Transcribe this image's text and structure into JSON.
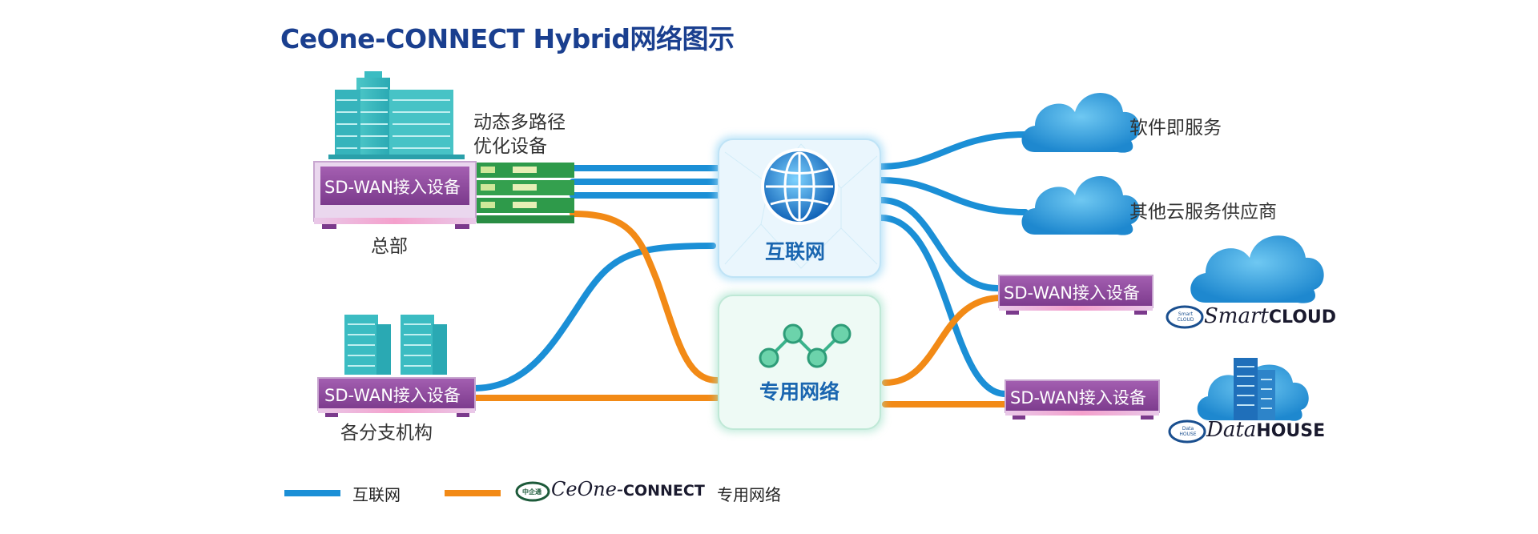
{
  "title": "CeOne-CONNECT Hybrid网络图示",
  "hq": {
    "device_label": "SD-WAN接入设备",
    "name": "总部",
    "optimizer_label": [
      "动态多路径",
      "优化设备"
    ]
  },
  "branch": {
    "device_label": "SD-WAN接入设备",
    "name": "各分支机构"
  },
  "networks": {
    "internet": "互联网",
    "private": "专用网络"
  },
  "destinations": {
    "saas": "软件即服务",
    "other_cloud": "其他云服务供应商",
    "smartcloud_device": "SD-WAN接入设备",
    "datahouse_device": "SD-WAN接入设备",
    "smartcloud_logo": {
      "small": "Smart CLOUD",
      "main_italic": "Smart",
      "main_bold": "CLOUD"
    },
    "datahouse_logo": {
      "small": "Data HOUSE",
      "main_italic": "Data",
      "main_bold": "HOUSE"
    }
  },
  "legend": {
    "internet": "互联网",
    "private_brand_italic": "CeOne-",
    "private_brand_bold": "CONNECT",
    "private_badge": "中企通",
    "private": "专用网络"
  },
  "colors": {
    "internet_line": "#1b8fd6",
    "private_line": "#f28a16",
    "device": "#8c4a9a",
    "title": "#1a3f8f",
    "building": "#3bbcc2",
    "optimizer": "#2e9a4a"
  }
}
